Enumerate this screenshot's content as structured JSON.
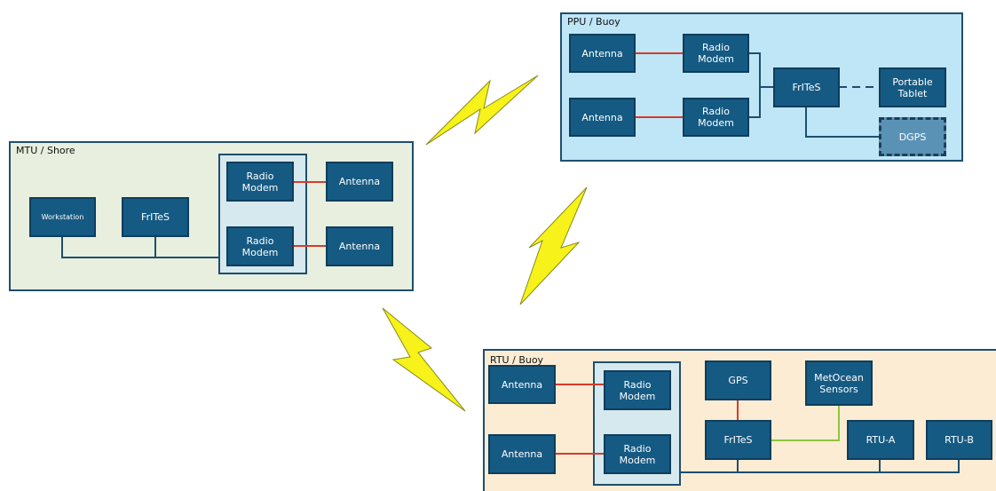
{
  "colors": {
    "panel_ppu": "#bfe6f7",
    "panel_mtu": "#e8efde",
    "panel_rtu": "#fbecd3",
    "box": "#155a83",
    "dgps": "#5a92b5",
    "link_red": "#d83a2a",
    "link_green": "#8dc63f",
    "link_blue": "#1f4e6e",
    "bolt": "#f6f21a"
  },
  "ppu": {
    "title": "PPU / Buoy",
    "antenna1": "Antenna",
    "antenna2": "Antenna",
    "modem1": "Radio\nModem",
    "modem2": "Radio\nModem",
    "frites": "FrITeS",
    "tablet": "Portable\nTablet",
    "dgps": "DGPS"
  },
  "mtu": {
    "title": "MTU / Shore",
    "workstation": "Workstation",
    "frites": "FrITeS",
    "modem1": "Radio\nModem",
    "modem2": "Radio\nModem",
    "antenna1": "Antenna",
    "antenna2": "Antenna"
  },
  "rtu": {
    "title": "RTU / Buoy",
    "antenna1": "Antenna",
    "antenna2": "Antenna",
    "modem1": "Radio\nModem",
    "modem2": "Radio\nModem",
    "gps": "GPS",
    "metocean": "MetOcean\nSensors",
    "frites": "FrITeS",
    "rtua": "RTU-A",
    "rtub": "RTU-B"
  },
  "icons": [
    "lightning-bolt-icon",
    "lightning-bolt-icon",
    "lightning-bolt-icon"
  ]
}
